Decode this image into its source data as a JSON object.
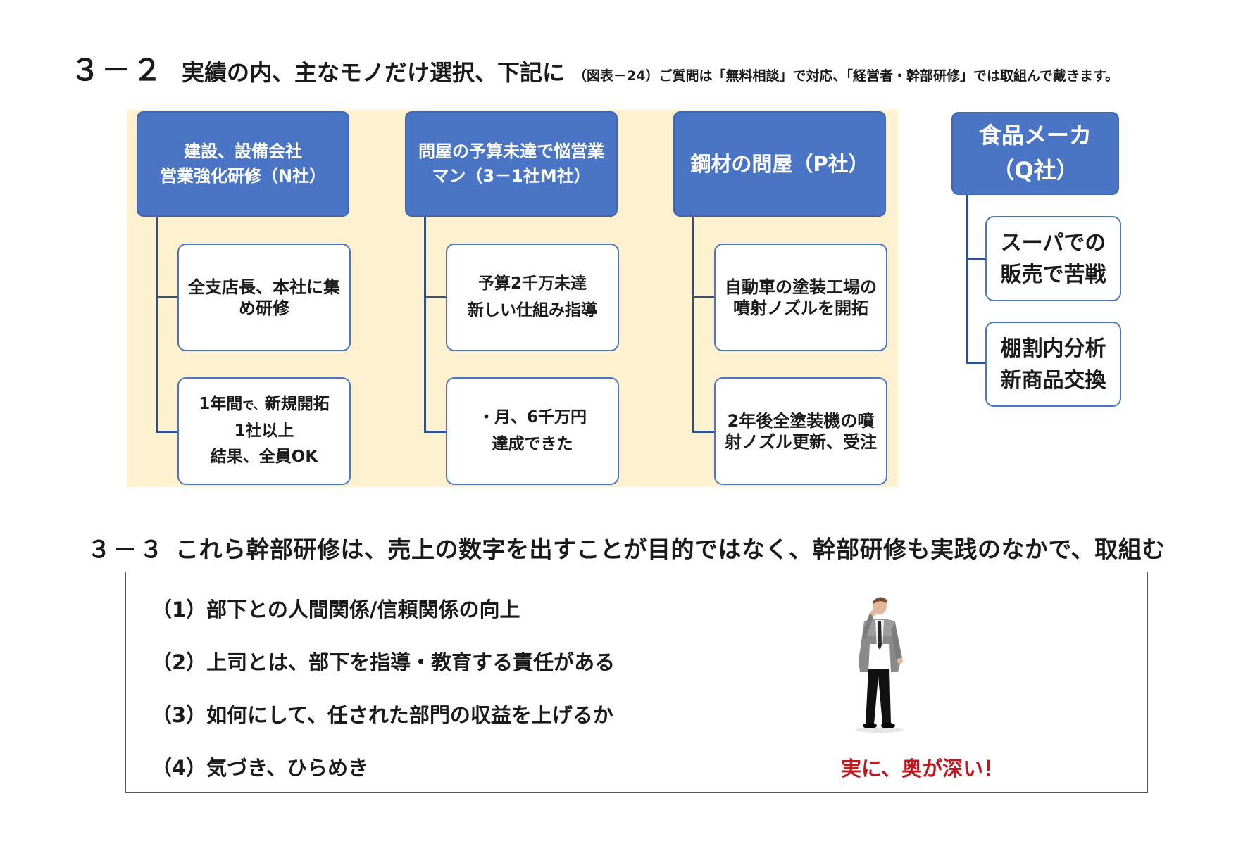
{
  "section_3_2": {
    "number": "３－２",
    "title": "実績の内、主なモノだけ選択、下記に",
    "note": "（図表－24）ご質問は「無料相談」で対応、「経営者・幹部研修」では取組んで戴きます。"
  },
  "org": {
    "col1": {
      "header": [
        "建設、設備会社",
        "営業強化研修（N社）"
      ],
      "card1": [
        "全支店長、本社に集",
        "め研修"
      ],
      "card2_line1_main": "1年間",
      "card2_line1_small": "で、",
      "card2_line1_rest": "新規開拓",
      "card2_line2": "1社以上",
      "card2_line3": "結果、全員OK"
    },
    "col2": {
      "header": [
        "問屋の予算未達で悩営業",
        "マン（3－1社M社）"
      ],
      "card1": [
        "予算2千万未達",
        "新しい仕組み指導"
      ],
      "card2": [
        "・月、6千万円",
        "達成できた"
      ]
    },
    "col3": {
      "header": "鋼材の問屋（P社）",
      "card1": [
        "自動車の塗装工場の",
        "噴射ノズルを開拓"
      ],
      "card2": [
        "2年後全塗装機の噴",
        "射ノズル更新、受注"
      ]
    },
    "col4": {
      "header": [
        "食品メーカ",
        "（Q社）"
      ],
      "card1": [
        "スーパでの",
        "販売で苦戦"
      ],
      "card2": [
        "棚割内分析",
        "新商品交換"
      ]
    }
  },
  "section_3_3": {
    "number": "３－３",
    "title": "これら幹部研修は、売上の数字を出すことが目的ではなく、幹部研修も実践のなかで、取組む",
    "items": [
      "（1）部下との人間関係/信頼関係の向上",
      "（2）上司とは、部下を指導・教育する責任がある",
      "（3）如何にして、任された部門の収益を上げるか",
      "（4）気づき、ひらめき"
    ],
    "accent": "実に、奥が深い！"
  },
  "colors": {
    "header_blue": "#4a74c4",
    "panel_cream": "#fdf1cf",
    "accent_red": "#c0171d"
  }
}
